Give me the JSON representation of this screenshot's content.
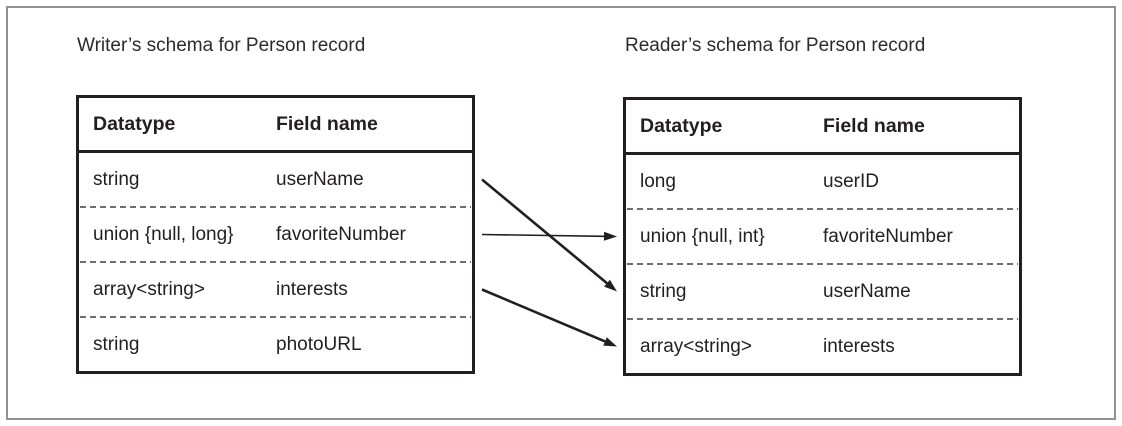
{
  "diagram": {
    "writer": {
      "title": "Writer’s schema for Person record",
      "columns": [
        "Datatype",
        "Field name"
      ],
      "rows": [
        {
          "datatype": "string",
          "field": "userName"
        },
        {
          "datatype": "union {null, long}",
          "field": "favoriteNumber"
        },
        {
          "datatype": "array<string>",
          "field": "interests"
        },
        {
          "datatype": "string",
          "field": "photoURL"
        }
      ]
    },
    "reader": {
      "title": "Reader’s schema for Person record",
      "columns": [
        "Datatype",
        "Field name"
      ],
      "rows": [
        {
          "datatype": "long",
          "field": "userID"
        },
        {
          "datatype": "union {null, int}",
          "field": "favoriteNumber"
        },
        {
          "datatype": "string",
          "field": "userName"
        },
        {
          "datatype": "array<string>",
          "field": "interests"
        }
      ]
    },
    "mappings": [
      {
        "from_field": "userName",
        "to_field": "userName",
        "from_row": 0,
        "to_row": 2,
        "style": "thick"
      },
      {
        "from_field": "favoriteNumber",
        "to_field": "favoriteNumber",
        "from_row": 1,
        "to_row": 1,
        "style": "thin"
      },
      {
        "from_field": "interests",
        "to_field": "interests",
        "from_row": 2,
        "to_row": 3,
        "style": "thick"
      }
    ],
    "colors": {
      "line": "#231f20",
      "dash_separator": "#6d6e71",
      "frame_border": "#8f9193",
      "text": "#231f20",
      "background": "#ffffff"
    }
  }
}
